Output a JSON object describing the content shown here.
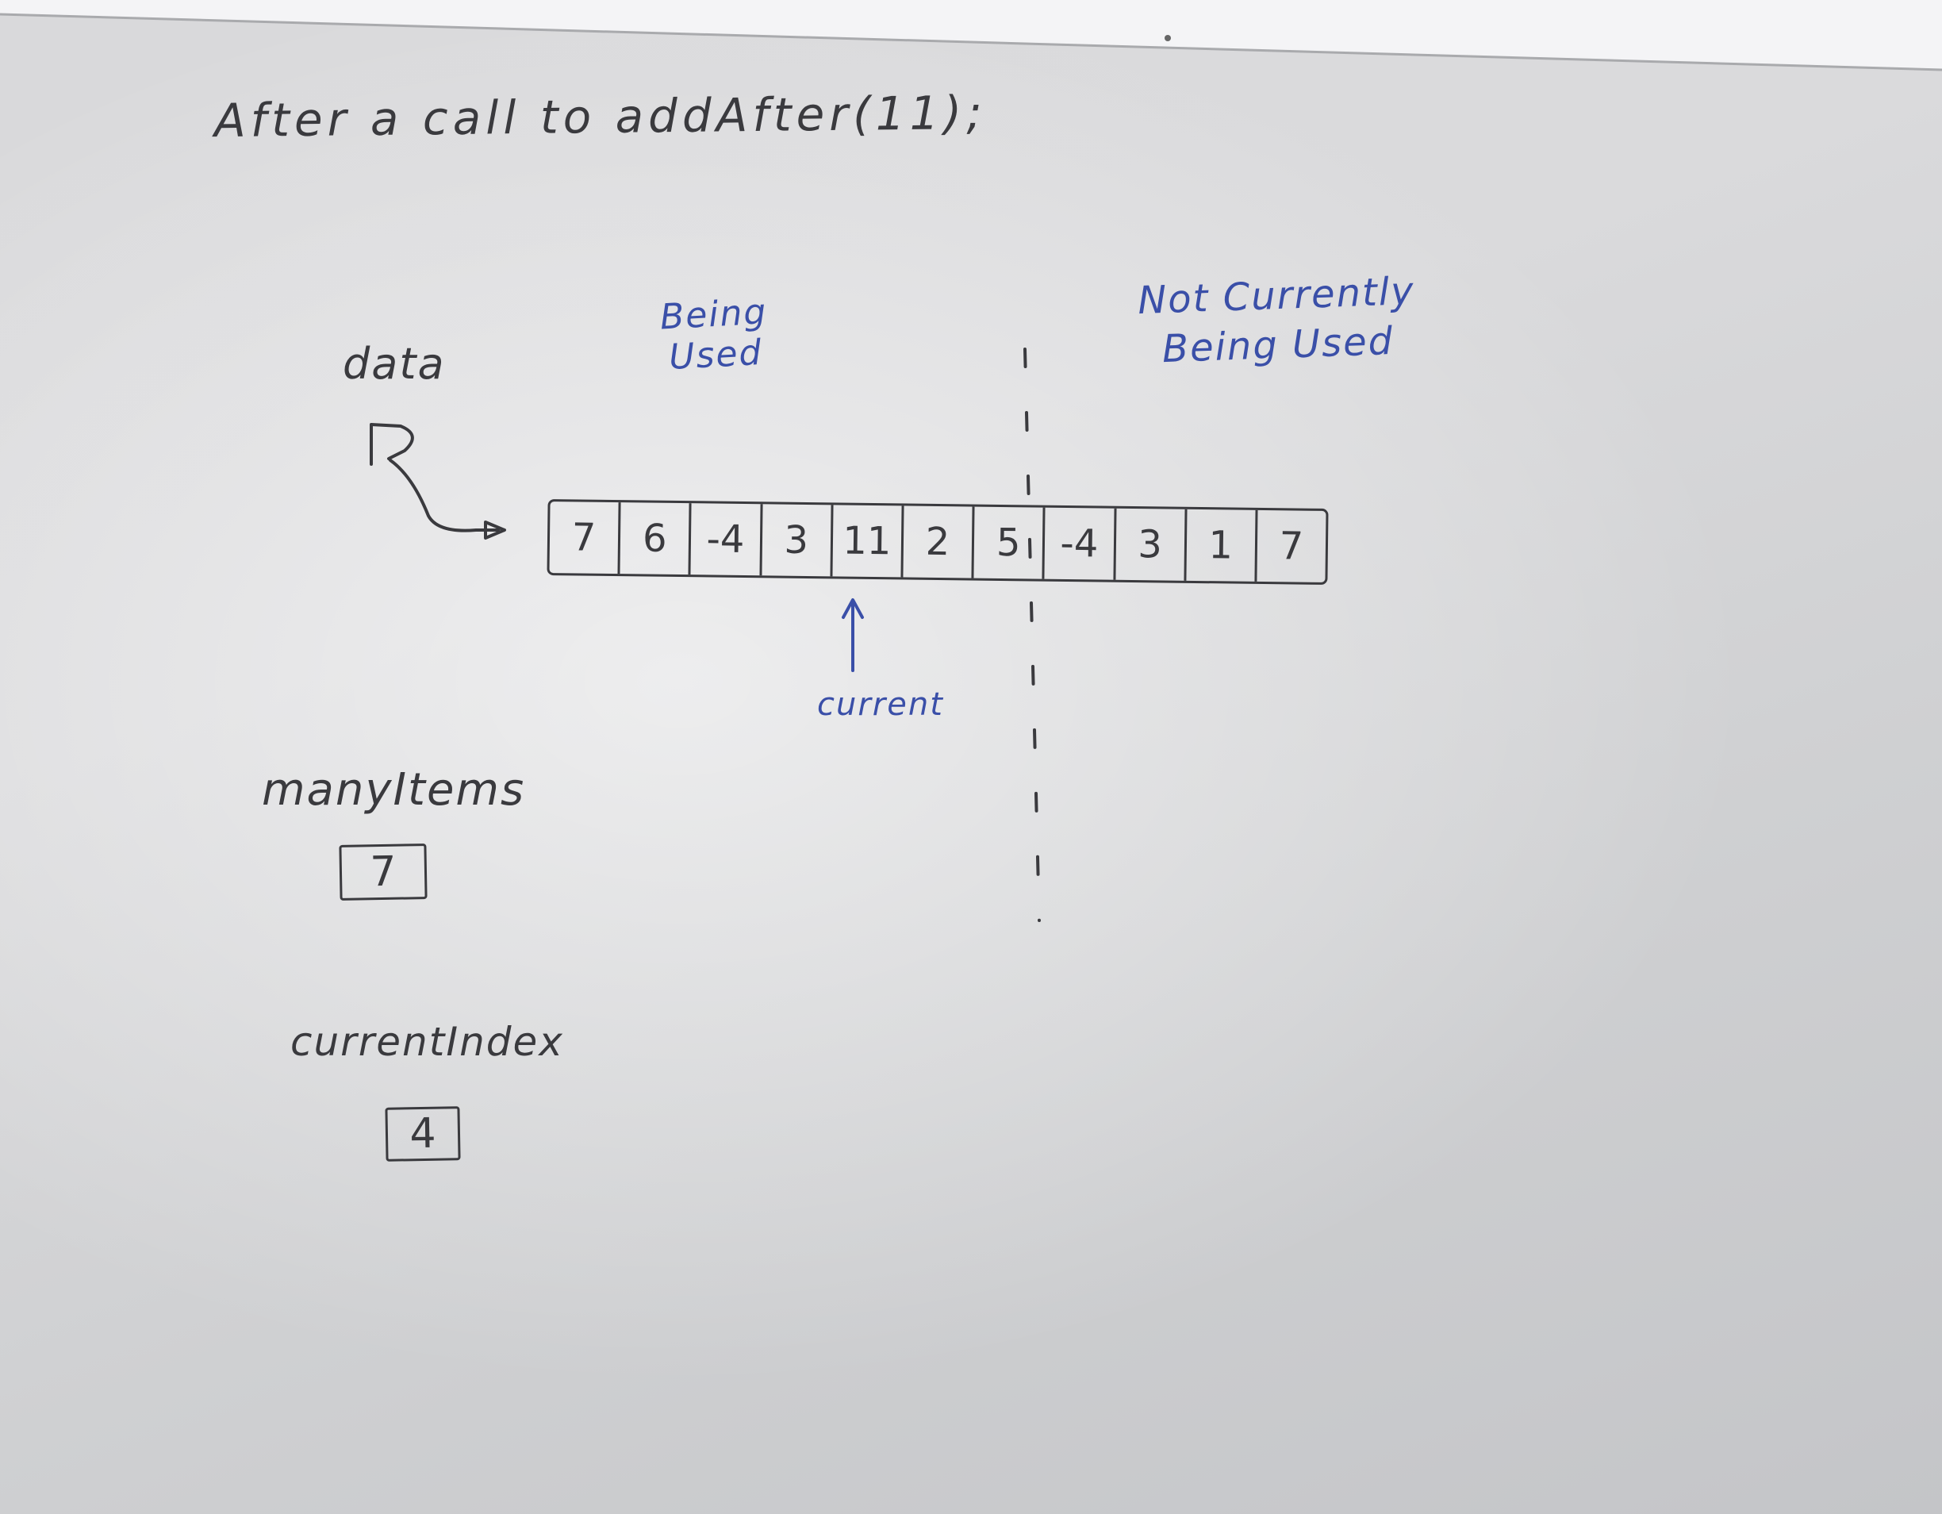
{
  "title": "After a call to addAfter(11);",
  "labels": {
    "data": "data",
    "being_used": "Being Used",
    "not_currently_being_used": "Not Currently Being Used",
    "current": "current",
    "many_items": "manyItems",
    "current_index": "currentIndex"
  },
  "array": [
    "7",
    "6",
    "-4",
    "3",
    "11",
    "2",
    "5",
    "-4",
    "3",
    "1",
    "7"
  ],
  "many_items_value": "7",
  "current_index_value": "4",
  "colors": {
    "board": "#d6d6d8",
    "black_marker": "#3a3a3e",
    "blue_marker": "#3a4fa8"
  }
}
